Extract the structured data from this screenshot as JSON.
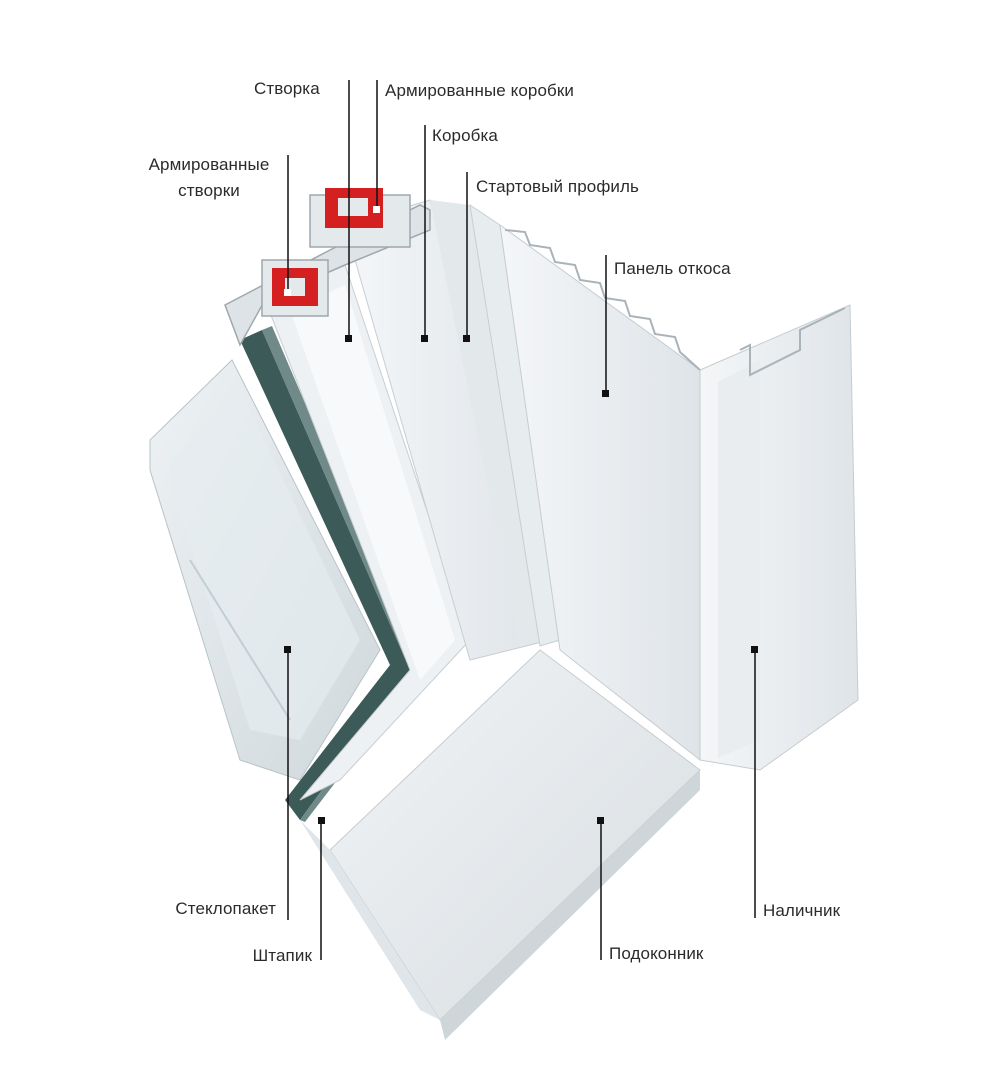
{
  "labels": {
    "stvorka": "Створка",
    "armirovannye_korobki": "Армированные коробки",
    "korobka": "Коробка",
    "armirovannye_stvorki_line1": "Армированные",
    "armirovannye_stvorki_line2": "створки",
    "startovyj_profil": "Стартовый профиль",
    "panel_otkosa": "Панель откоса",
    "steklopaket": "Стеклопакет",
    "shtapik": "Штапик",
    "podokonnik": "Подоконник",
    "nalichnik": "Наличник"
  },
  "colors": {
    "reinforcement": "#d42020",
    "pvc": "#e9edf0",
    "glass_seal": "#2f4f4f",
    "leader": "#111111"
  }
}
